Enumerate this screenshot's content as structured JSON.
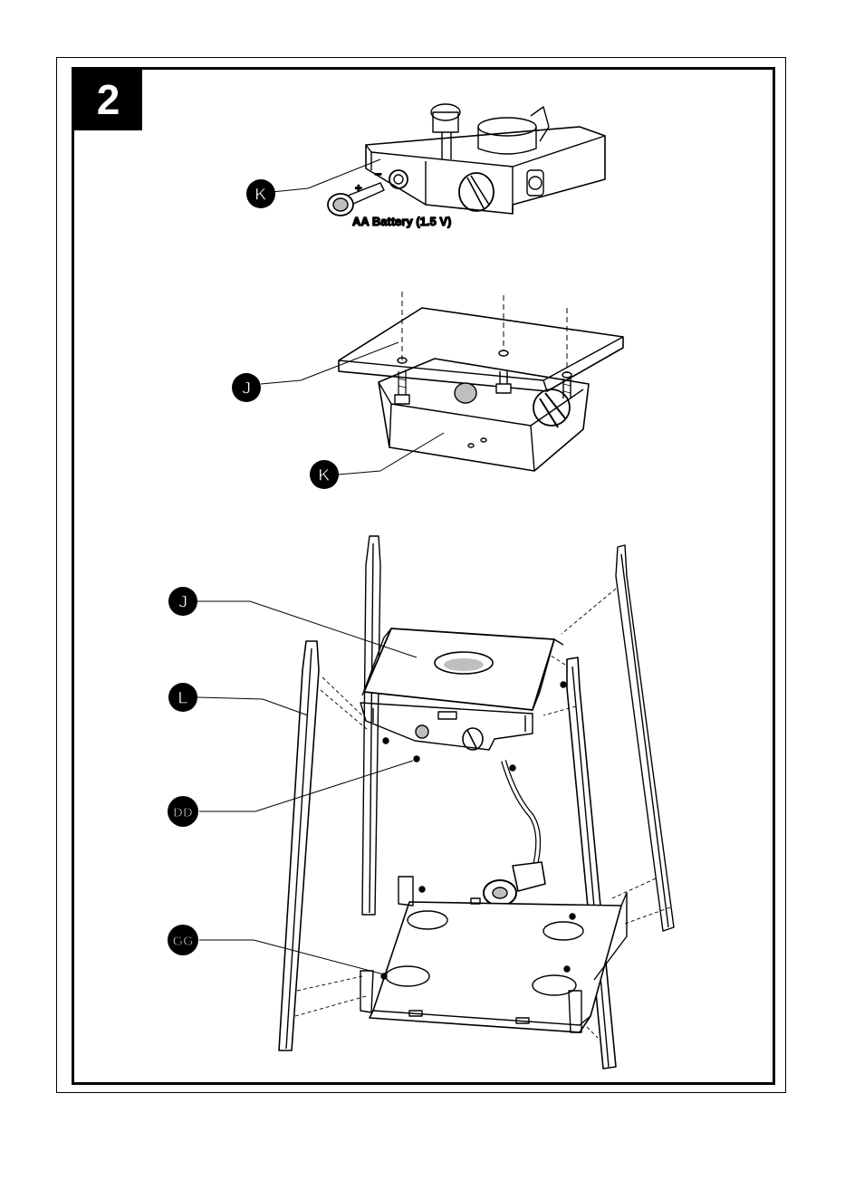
{
  "step": {
    "number": "2"
  },
  "panel1": {
    "callout_k": "K",
    "battery_label": "AA Battery (1.5 V)",
    "plus_sign": "+",
    "minus_sign": "–"
  },
  "panel2": {
    "callout_j": "J",
    "callout_k": "K"
  },
  "panel3": {
    "callout_j": "J",
    "callout_l": "L",
    "callout_dd": "DD",
    "callout_gg": "GG"
  },
  "colors": {
    "ink": "#000000",
    "paper": "#ffffff",
    "shade": "#bfbfbf"
  }
}
